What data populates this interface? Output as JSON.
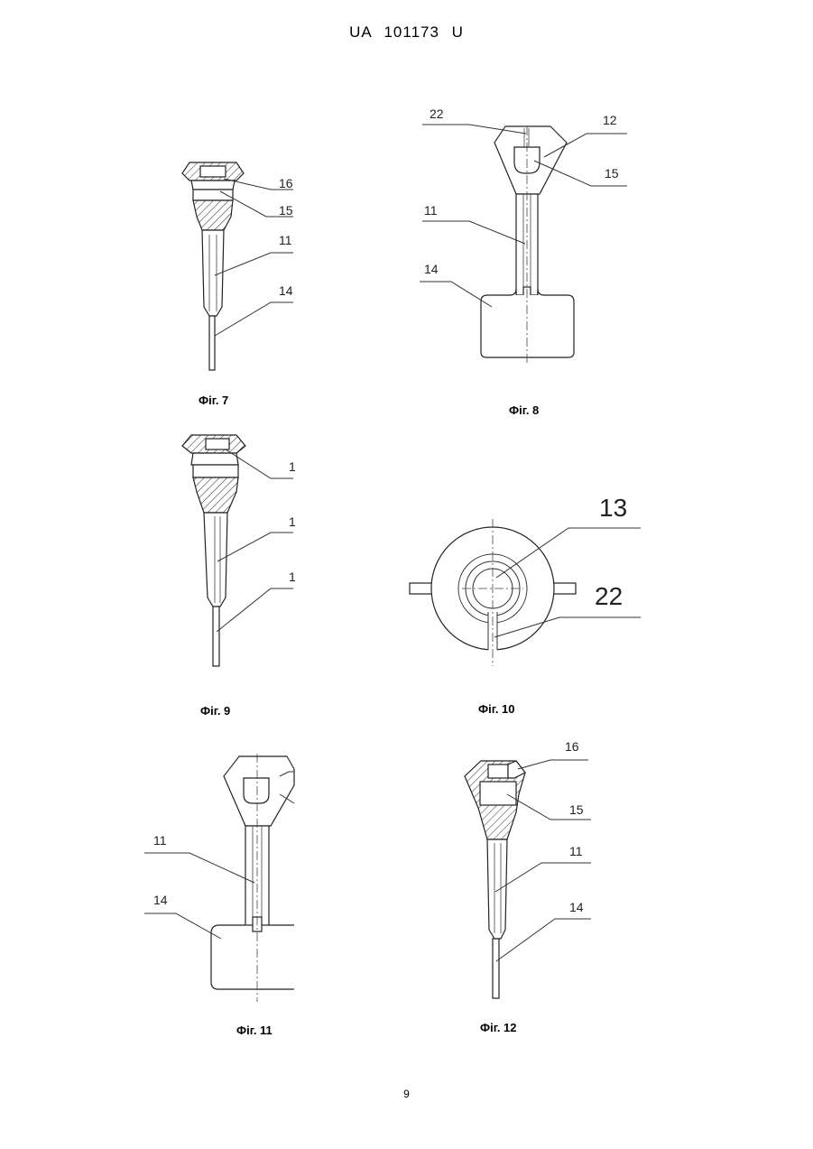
{
  "header": {
    "doc_number": "UA   101173   U"
  },
  "page_number": "9",
  "figures": {
    "fig7": {
      "caption": "Фіг. 7",
      "labels": [
        "16",
        "15",
        "11",
        "14"
      ]
    },
    "fig8": {
      "caption": "Фіг. 8",
      "labels": [
        "22",
        "12",
        "15",
        "11",
        "14"
      ]
    },
    "fig9": {
      "caption": "Фіг. 9",
      "labels": [
        "1",
        "1",
        "1"
      ]
    },
    "fig10": {
      "caption": "Фіг. 10",
      "labels": [
        "13",
        "22"
      ]
    },
    "fig11": {
      "caption": "Фіг. 11",
      "labels": [
        "11",
        "14"
      ]
    },
    "fig12": {
      "caption": "Фіг. 12",
      "labels": [
        "16",
        "15",
        "11",
        "14"
      ]
    }
  }
}
